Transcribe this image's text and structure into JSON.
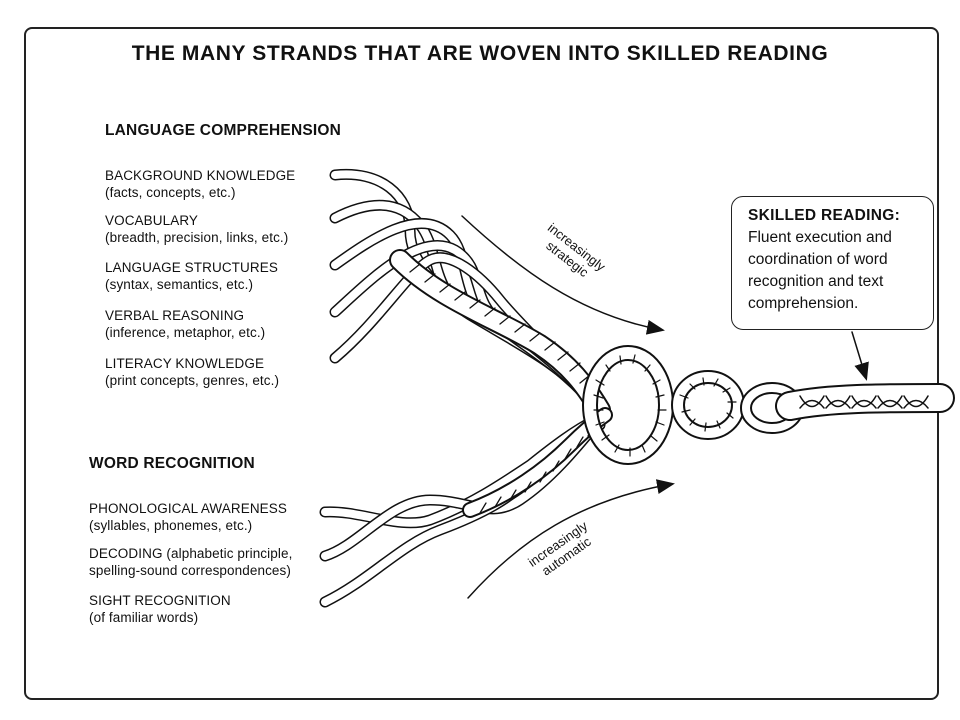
{
  "title": "THE MANY STRANDS THAT ARE WOVEN INTO SKILLED READING",
  "language_comprehension": {
    "heading": "LANGUAGE COMPREHENSION",
    "items": [
      {
        "name": "BACKGROUND KNOWLEDGE",
        "desc": "(facts, concepts, etc.)"
      },
      {
        "name": "VOCABULARY",
        "desc": "(breadth, precision, links, etc.)"
      },
      {
        "name": "LANGUAGE STRUCTURES",
        "desc": "(syntax, semantics, etc.)"
      },
      {
        "name": "VERBAL REASONING",
        "desc": "(inference, metaphor, etc.)"
      },
      {
        "name": "LITERACY KNOWLEDGE",
        "desc": "(print concepts, genres, etc.)"
      }
    ]
  },
  "word_recognition": {
    "heading": "WORD RECOGNITION",
    "items": [
      {
        "name": "PHONOLOGICAL AWARENESS",
        "desc": "(syllables, phonemes, etc.)"
      },
      {
        "name": "DECODING (alphabetic principle,",
        "desc": "spelling-sound correspondences)"
      },
      {
        "name": "SIGHT RECOGNITION",
        "desc": "(of familiar words)"
      }
    ]
  },
  "arrows": {
    "upper_line1": "increasingly",
    "upper_line2": "strategic",
    "lower_line1": "increasingly",
    "lower_line2": "automatic"
  },
  "skilled_reading": {
    "title": "SKILLED READING:",
    "line1": "Fluent execution and",
    "line2": "coordination of word",
    "line3": "recognition and text",
    "line4": "comprehension."
  }
}
